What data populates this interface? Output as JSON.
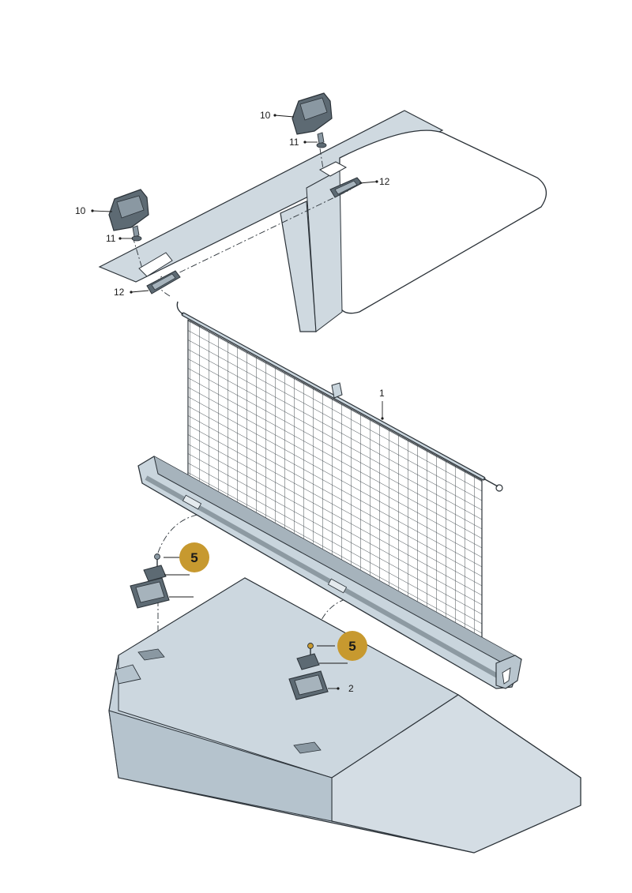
{
  "labels": {
    "net": "1",
    "cover_left": "2",
    "callout_left": "5",
    "callout_right": "5",
    "bracket_top": "10",
    "bracket_left": "10",
    "bolt_top": "11",
    "bolt_left": "11",
    "plate_right": "12",
    "plate_left": "12"
  },
  "colors": {
    "part_fill": "#c9d5dd",
    "part_dark": "#5d6a73",
    "line": "#2b3238",
    "callout": "#c7992f",
    "floor_fill": "#c6d2db",
    "floor_light": "#d4dde4"
  }
}
